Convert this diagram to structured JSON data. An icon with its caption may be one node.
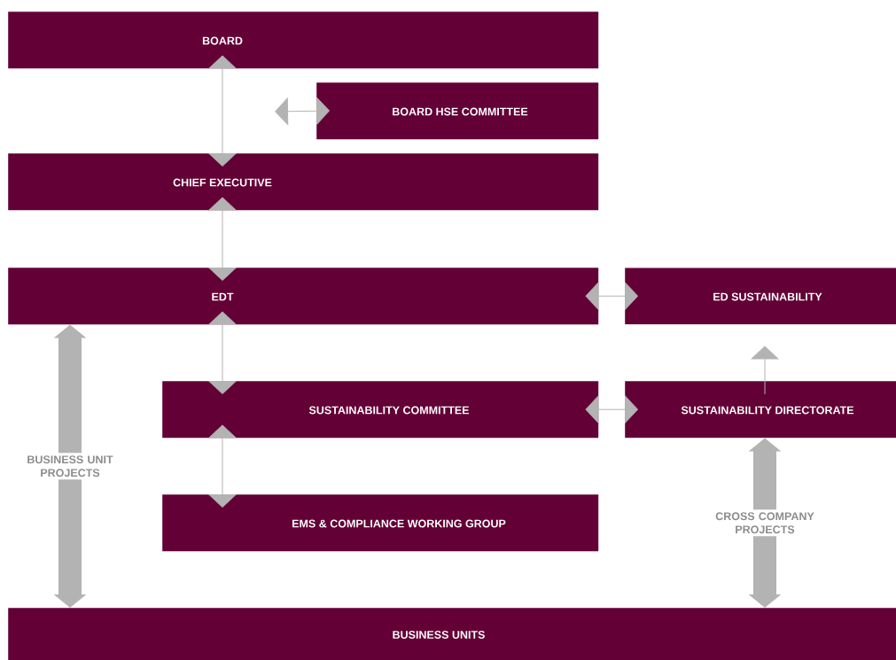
{
  "diagram": {
    "nodes": [
      {
        "text": [
          "BOARD"
        ]
      },
      {
        "text": [
          "BOARD HSE COMMITTEE"
        ]
      },
      {
        "text": [
          "CHIEF EXECUTIVE"
        ]
      },
      {
        "text": [
          "EDT"
        ]
      },
      {
        "text": [
          "ED SUSTAINABILITY"
        ]
      },
      {
        "text": [
          "SUSTAINABILITY COMMITTEE"
        ]
      },
      {
        "text": [
          "SUSTAINABILITY DIRECTORATE"
        ]
      },
      {
        "text": [
          "EMS & COMPLIANCE WORKING GROUP"
        ]
      },
      {
        "text": [
          "BUSINESS UNITS"
        ]
      }
    ],
    "edges": [
      {
        "from": 0,
        "to": 2,
        "arrow": "both"
      },
      {
        "from": null,
        "to": 1,
        "arrow": "both"
      },
      {
        "from": 2,
        "to": 3,
        "arrow": "both"
      },
      {
        "from": 3,
        "to": 4,
        "arrow": "both"
      },
      {
        "from": 3,
        "to": 5,
        "arrow": "both"
      },
      {
        "from": 5,
        "to": 6,
        "arrow": "both"
      },
      {
        "from": 6,
        "to": 4,
        "arrow": "to"
      },
      {
        "from": 5,
        "to": 7,
        "arrow": "both"
      },
      {
        "from": 3,
        "to": 8,
        "arrow": "both",
        "label": "BUSINESS UNIT PROJECTS",
        "style": "thick"
      },
      {
        "from": 6,
        "to": 8,
        "arrow": "both",
        "label": "CROSS COMPANY PROJECTS",
        "style": "thick"
      }
    ]
  }
}
